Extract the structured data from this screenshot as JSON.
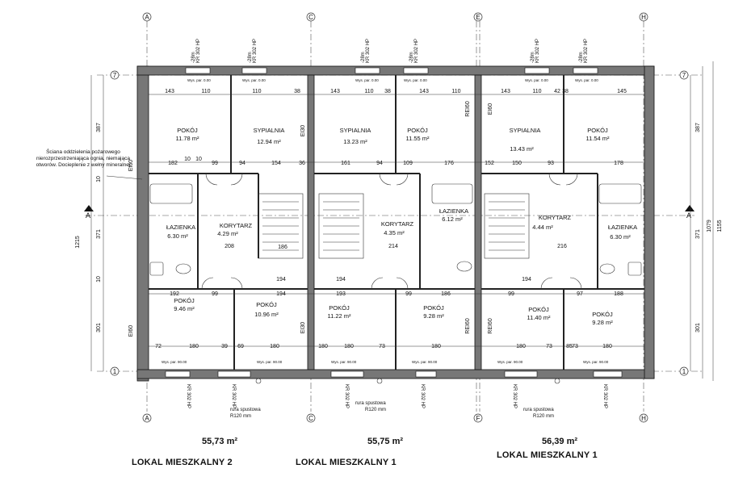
{
  "axes": {
    "A": "A",
    "C": "C",
    "E": "E",
    "F": "F",
    "H": "H",
    "r7": "7",
    "r1": "1"
  },
  "rooms": {
    "u1_pokoj_top": "POKÓJ",
    "u1_pokoj_top_area": "11.78 m²",
    "u1_sypialnia": "SYPIALNIA",
    "u1_sypialnia_area": "12.94 m²",
    "u1_lazienka": "ŁAZIENKA",
    "u1_lazienka_area": "6.30 m²",
    "u1_korytarz": "KORYTARZ",
    "u1_korytarz_area": "4.29 m²",
    "u1_pokoj_b1": "POKÓJ",
    "u1_pokoj_b1_area": "9.46 m²",
    "u1_pokoj_b2": "POKÓJ",
    "u1_pokoj_b2_area": "10.96 m²",
    "u2_sypialnia": "SYPIALNIA",
    "u2_sypialnia_area": "13.23 m²",
    "u2_pokoj_top": "POKÓJ",
    "u2_pokoj_top_area": "11.55 m²",
    "u2_korytarz": "KORYTARZ",
    "u2_korytarz_area": "4.35 m²",
    "u2_lazienka": "ŁAZIENKA",
    "u2_lazienka_area": "6.12 m²",
    "u2_pokoj_b1": "POKÓJ",
    "u2_pokoj_b1_area": "11.22 m²",
    "u2_pokoj_b2": "POKÓJ",
    "u2_pokoj_b2_area": "9.28 m²",
    "u3_sypialnia": "SYPIALNIA",
    "u3_sypialnia_area": "13.43 m²",
    "u3_pokoj_top": "POKÓJ",
    "u3_pokoj_top_area": "11.54 m²",
    "u3_korytarz": "KORYTARZ",
    "u3_korytarz_area": "4.44 m²",
    "u3_lazienka": "ŁAZIENKA",
    "u3_lazienka_area": "6.30 m²",
    "u3_pokoj_b1": "POKÓJ",
    "u3_pokoj_b1_area": "11.40 m²",
    "u3_pokoj_b2": "POKÓJ",
    "u3_pokoj_b2_area": "9.28 m²"
  },
  "dims_top": [
    "143",
    "110",
    "110",
    "38",
    "143",
    "110",
    "38",
    "143",
    "110",
    "143",
    "110",
    "42",
    "145"
  ],
  "dims_mid": [
    "182",
    "10",
    "99",
    "94",
    "154",
    "36",
    "161",
    "94",
    "109",
    "176",
    "152",
    "150",
    "93",
    "178"
  ],
  "dims_bottom_row": [
    "192",
    "99",
    "194",
    "194",
    "193",
    "194",
    "99",
    "186",
    "99",
    "194",
    "97",
    "188"
  ],
  "dims_bottom": [
    "72",
    "180",
    "39",
    "180",
    "180",
    "180",
    "73",
    "180",
    "180",
    "73",
    "180"
  ],
  "dims_small": [
    "208",
    "214",
    "216",
    "186",
    "10",
    "73",
    "69",
    "38",
    "85"
  ],
  "dims_left": [
    "387",
    "371",
    "301",
    "1215",
    "10",
    "10"
  ],
  "dims_right": [
    "387",
    "371",
    "301",
    "1079",
    "1155"
  ],
  "fire": {
    "ei60": "EI60",
    "ei30": "EI30",
    "rei60": "REI60"
  },
  "window_tag_top": "KR 302 HP",
  "window_tag_top2": "-28m",
  "wys_top": "Wys. par. 0.00",
  "wys_bot": "Wys. par. 90.00",
  "rura": "rura spustowa",
  "rura_d": "R120 mm",
  "note_lines": [
    "Ściana oddzielenia pożarowego",
    "nierozprzestrzeniająca ognia, niemająca",
    "otworów. Docieplenie  z wełny mineralnej"
  ],
  "section_mark": "A",
  "units": [
    {
      "area": "55,73 m²",
      "name": "LOKAL MIESZKALNY 2"
    },
    {
      "area": "55,75 m²",
      "name": "LOKAL MIESZKALNY 1"
    },
    {
      "area": "56,39 m²",
      "name": "LOKAL MIESZKALNY 1"
    }
  ]
}
